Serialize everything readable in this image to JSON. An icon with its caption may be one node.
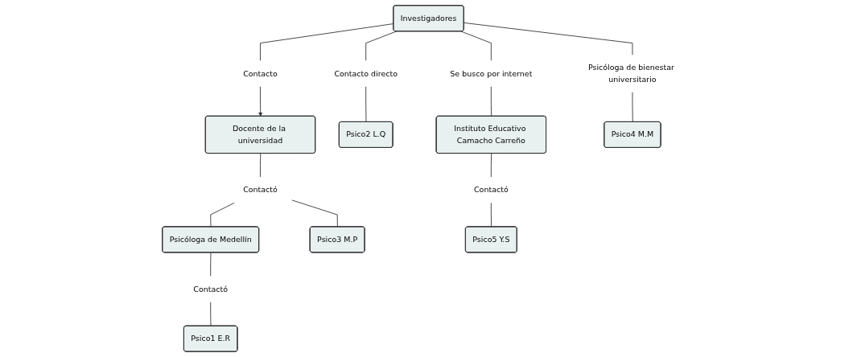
{
  "diagram": {
    "nodes": [
      {
        "text": [
          "Investigadores"
        ]
      },
      {
        "text": [
          "Contacto"
        ]
      },
      {
        "text": [
          "Docente de la universidad"
        ]
      },
      {
        "text": [
          "Contacto directo"
        ]
      },
      {
        "text": [
          "Psicóloga de bienestar universitario"
        ]
      },
      {
        "text": [
          "Se busco por internet"
        ]
      },
      {
        "text": [
          "Contactó"
        ]
      },
      {
        "text": [
          "Psico2 L.Q"
        ]
      },
      {
        "text": [
          "Instituto Educativo Camacho Carreño"
        ]
      },
      {
        "text": [
          "Psicóloga de Medellín"
        ]
      },
      {
        "text": [
          "Psico3 M.P"
        ]
      },
      {
        "text": [
          "Psico4 M.M"
        ]
      },
      {
        "text": [
          "Contactó"
        ]
      },
      {
        "text": [
          "Contactó"
        ]
      },
      {
        "text": [
          "Psico5 Y.S"
        ]
      },
      {
        "text": [
          "Psico1 E.R"
        ]
      }
    ],
    "edges": [
      {
        "from": 0,
        "to": 1,
        "arrow": "none"
      },
      {
        "from": 1,
        "to": 2,
        "arrow": "to"
      },
      {
        "from": 0,
        "to": 3,
        "arrow": "none"
      },
      {
        "from": 3,
        "to": 7,
        "arrow": "none"
      },
      {
        "from": 0,
        "to": 4,
        "arrow": "none"
      },
      {
        "from": 4,
        "to": 11,
        "arrow": "none"
      },
      {
        "from": 0,
        "to": 5,
        "arrow": "none"
      },
      {
        "from": 5,
        "to": 8,
        "arrow": "none"
      },
      {
        "from": 2,
        "to": 6,
        "arrow": "none"
      },
      {
        "from": 6,
        "to": 9,
        "arrow": "none"
      },
      {
        "from": 6,
        "to": 10,
        "arrow": "none"
      },
      {
        "from": 9,
        "to": 13,
        "arrow": "none"
      },
      {
        "from": 13,
        "to": 15,
        "arrow": "none"
      },
      {
        "from": 8,
        "to": 12,
        "arrow": "none"
      },
      {
        "from": 12,
        "to": 14,
        "arrow": "none"
      }
    ]
  }
}
